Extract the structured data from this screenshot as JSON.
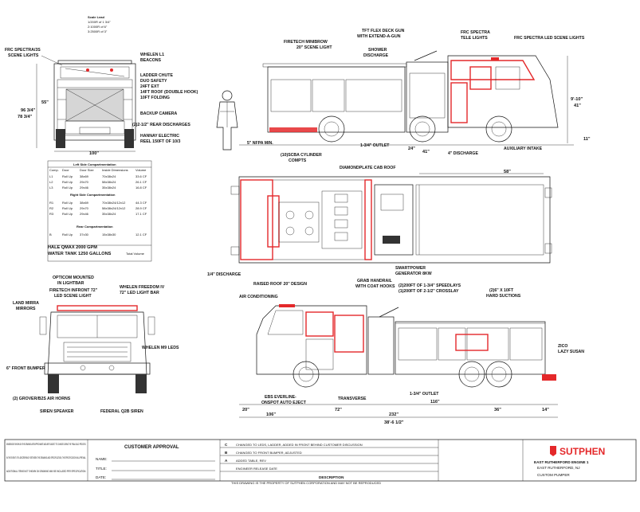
{
  "scale_label": {
    "title": "Scale Lead",
    "lines": [
      "1/200R of 1 3/4\"",
      "2:1000R of 6\"",
      "3:2500R of 3\""
    ]
  },
  "rear_view": {
    "labels": {
      "frc": "FRC SPECTRA/3S",
      "frc2": "SCENE LIGHTS",
      "whelen": "WHELEN L1",
      "whelen2": "BEACONS",
      "ladder": "LADDER CHUTE",
      "ladder2": "DUO SAFETY",
      "ladder3": "24FT EXT",
      "ladder4": "14FT ROOF (DOUBLE HOOK)",
      "ladder5": "10FT FOLDING",
      "backup": "BACKUP CAMERA",
      "rear_discharge": "(2)2-1/2\" REAR DISCHARGES",
      "hannay": "HANNAY ELECTRIC",
      "hannay2": "REEL 150FT OF 10/3"
    },
    "dims": {
      "h1": "96 3/4\"",
      "h2": "78 3/4\"",
      "h3": "55\"",
      "w": "100\""
    }
  },
  "side_view_top": {
    "labels": {
      "firetech": "FIRETECH MINIBROW",
      "firetech2": "20\" SCENE LIGHT",
      "shower": "SHOWER",
      "shower2": "DISCHARGE",
      "tft": "TFT FLEX DECK GUN",
      "tft2": "WITH EXTEND-A-GUN",
      "frc": "FRC SPECTRA",
      "frc2": "TELE LIGHTS",
      "frc3": "FRC SPECTRA LED SCENE LIGHTS",
      "nfpa": "5\" NFPA MIN.",
      "outlet": "1-3/4\" OUTLET",
      "discharge": "4\" DISCHARGE",
      "aux": "AUXILIARY INTAKE",
      "scba": "(10)SCBA CYLINDER",
      "scba2": "COMPTS",
      "diamond": "DIAMONDPLATE CAB ROOF"
    },
    "dims": {
      "h1": "9'-10\"",
      "h2": "41\"",
      "d1": "24\"",
      "d2": "41\"",
      "d3": "11\""
    }
  },
  "plan_view": {
    "labels": {
      "discharge": "1/4\" DISCHARGE",
      "smartpower": "SMARTPOWER",
      "smartpower2": "GENERATOR 8KW"
    },
    "dims": {
      "d1": "58\""
    }
  },
  "compartment_table": {
    "left_title": "Left Side Compartmentation",
    "right_title": "Right Side Compartmentation",
    "rear_title": "Rear Compartmentation",
    "headers": [
      "Comp.",
      "Door",
      "Door Size",
      "Inside Dimensions",
      "Volume"
    ],
    "left_rows": [
      [
        "L1",
        "Roll Up",
        "38x69",
        "70x38x24",
        "33.6 CF"
      ],
      [
        "L2",
        "Roll Up",
        "29x70",
        "58x38x24",
        "26.1 CF"
      ],
      [
        "L3",
        "Roll Up",
        "29x46",
        "35x38x24",
        "16.8 CF"
      ]
    ],
    "right_rows": [
      [
        "R1",
        "Roll Up",
        "38x69",
        "70x38x24/12x12",
        "44.3 CF"
      ],
      [
        "R2",
        "Roll Up",
        "29x70",
        "58x38x24/12x12",
        "28.9 CF"
      ],
      [
        "R3",
        "Roll Up",
        "29x46",
        "35x38x24",
        "17.1 CF"
      ]
    ],
    "rear_rows": [
      [
        "B",
        "Roll Up",
        "37x30",
        "15x38x30",
        "12.1 CF"
      ]
    ],
    "total_label": "Total Volume"
  },
  "specs": {
    "pump": "HALE QMAX 2000 GPM",
    "tank": "WATER TANK 1250 GALLONS"
  },
  "front_view": {
    "labels": {
      "opticom": "OPTICOM MOUNTED",
      "opticom2": "IN LIGHTBAR",
      "firetech": "FIRETECH INFRONT 72\"",
      "firetech2": "LED SCENE LIGHT",
      "whelen": "WHELEN FREEDOM IV",
      "whelen2": "72\" LED LIGHT BAR",
      "mirrors": "LAND MIRRA",
      "mirrors2": "MIRRORS",
      "whelen_m9": "WHELEN M9 LEDS",
      "bumper": "6\" FRONT BUMPER",
      "air_horns": "(2) GROVER/B2S AIR HORNS",
      "siren": "SIREN SPEAKER",
      "federal": "FEDERAL Q2B SIREN"
    }
  },
  "side_view_bottom": {
    "labels": {
      "raised_roof": "RAISED ROOF 20\" DESIGN",
      "air_cond": "AIR CONDITIONING",
      "grab": "GRAB HANDRAIL",
      "grab2": "WITH COAT HOOKS",
      "speedlay": "(2)200FT OF 1-3/4\" SPEEDLAYS",
      "crosslay": "(1)200FT OF 2-1/2\" CROSSLAY",
      "suction": "(2)6\" X 10FT",
      "suction2": "HARD SUCTIONS",
      "zico": "ZICO",
      "zico2": "LAZY SUSAN",
      "ebs": "EBS EVERLINE-",
      "ebs2": "ONSPOT AUTO EJECT",
      "transverse": "TRANSVERSE",
      "outlet": "1-3/4\" OUTLET"
    },
    "dims": {
      "d1": "20\"",
      "d2": "106\"",
      "d3": "72\"",
      "d4": "116\"",
      "d5": "36\"",
      "d6": "14\"",
      "d7": "232\"",
      "total": "38'-6 1/2\""
    }
  },
  "title_block": {
    "note1": "DIMENSIONS SHOWN ON THIS DRAWING ARE APPROXIMATE AND ARE SUBJECT TO CHANGE DURING THE FINAL BUILD PROCESS.",
    "note2": "IN THE EVENT OF A DISCREPANCY BETWEEN THE DRAWING AND SPECIFICATION, THE SPECIFICATION WILL PREVAIL.",
    "note3": "ADDITIONAL ITEMS NOT SHOWN ON DRAWING MAY BE INCLUDED PER SPECIFICATION.",
    "approval_title": "CUSTOMER APPROVAL",
    "approval_fields": [
      "NAME:",
      "TITLE:",
      "DATE:"
    ],
    "revisions": [
      [
        "C",
        "CHANGED TO LEDS, LADDER, ADDED IN FRONT BEHIND CUSTOMER DISCUSSION"
      ],
      [
        "B",
        "CHANGED TO FRONT BUMPER, ADJUSTED"
      ],
      [
        "A",
        "ADDED TABLE, REV"
      ],
      [
        "",
        "ENGINEER RELEASE DATE"
      ]
    ],
    "rev_header": "DESCRIPTION",
    "brand": "SUTPHEN",
    "customer": "EAST RUTHERFORD ENGINE 1",
    "location": "EAST RUTHERFORD, NJ",
    "model": "CUSTOM PUMPER",
    "footer": "THIS DRAWING IS THE PROPERTY OF SUTPHEN CORPORATION AND MAY NOT BE REPRODUCED"
  },
  "colors": {
    "accent": "#e4282a",
    "ink": "#111111"
  }
}
